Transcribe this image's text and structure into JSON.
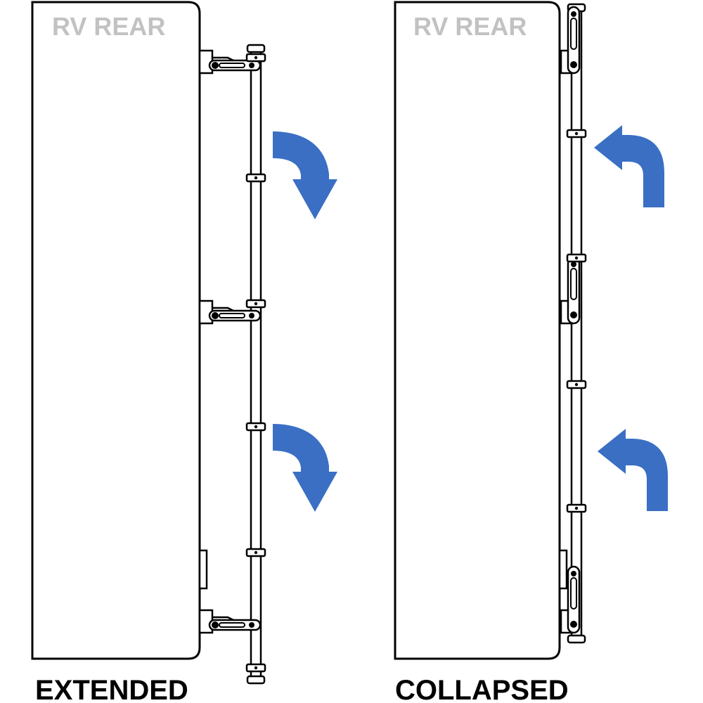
{
  "left_panel": {
    "title": "RV REAR",
    "caption": "EXTENDED"
  },
  "right_panel": {
    "title": "RV REAR",
    "caption": "COLLAPSED"
  },
  "colors": {
    "arrow": "#3a6fc4",
    "outline": "#000000",
    "title_gray": "#c2c2c2"
  },
  "icons": {
    "extended_arrows": "curved-arrow-down-icon",
    "collapsed_arrows": "curved-arrow-up-left-icon"
  }
}
